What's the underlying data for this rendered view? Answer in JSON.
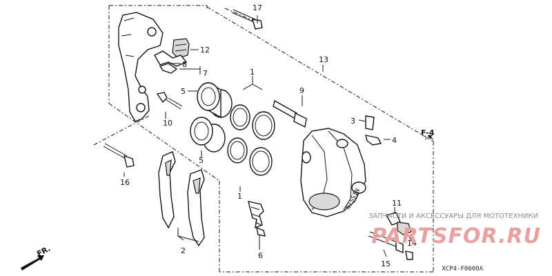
{
  "callouts": {
    "c1_top": "1",
    "c1_bottom": "1",
    "c2": "2",
    "c3": "3",
    "c4": "4",
    "c5_top": "5",
    "c5_bottom": "5",
    "c6": "6",
    "c7": "7",
    "c8": "8",
    "c9": "9",
    "c10": "10",
    "c11": "11",
    "c12": "12",
    "c13": "13",
    "c14": "14",
    "c15": "15",
    "c16": "16",
    "c17": "17"
  },
  "ref_label": "F-4",
  "front_label": "FR.",
  "diagram_code": "XCP4-F0600A",
  "caliper_text": "NISSIN",
  "watermark": {
    "tagline": "ЗАПЧАСТИ И АКСЕССУАРЫ ДЛЯ МОТОТЕХНИКИ",
    "brand": "PARTSFOR.RU",
    "color": "#e8a0a0"
  }
}
